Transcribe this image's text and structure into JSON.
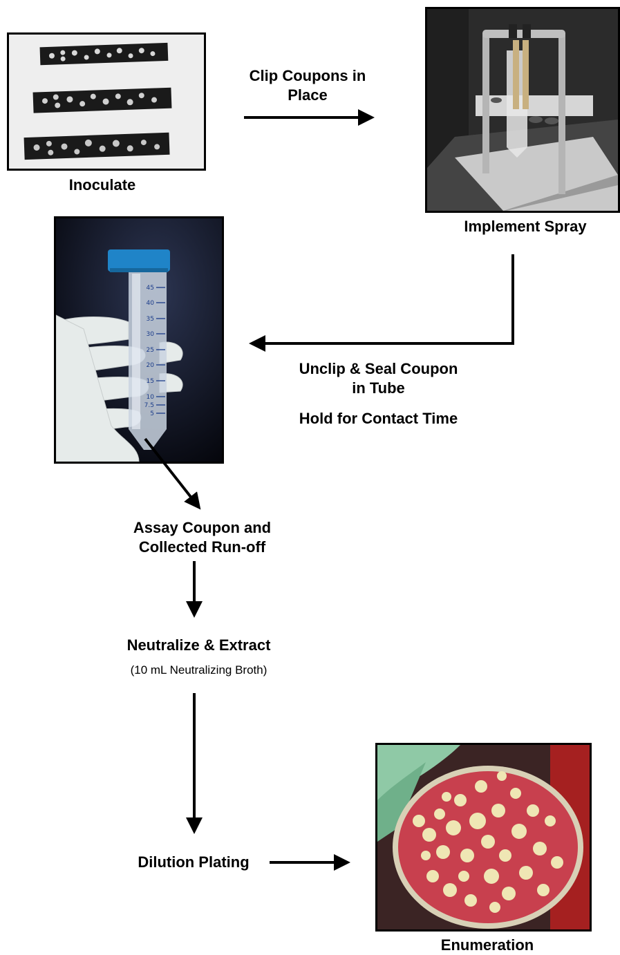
{
  "steps": {
    "inoculate": "Inoculate",
    "clip": "Clip Coupons in\nPlace",
    "implement": "Implement Spray",
    "unclip": "Unclip & Seal Coupon\nin Tube",
    "hold": "Hold for Contact Time",
    "assay": "Assay Coupon and\nCollected Run-off",
    "neutralize": "Neutralize & Extract",
    "neutralize_note": "(10 mL Neutralizing Broth)",
    "dilution": "Dilution Plating",
    "enumeration": "Enumeration"
  },
  "tube_marks": [
    "45",
    "40",
    "35",
    "30",
    "25",
    "20",
    "15",
    "10",
    "7.5",
    "5"
  ],
  "photos": {
    "coupons": "coupons-photo",
    "stand": "spray-stand-photo",
    "tube": "tube-photo",
    "plate": "petri-dish-photo"
  },
  "colors": {
    "ink": "#000000",
    "tube_cap": "#1f84c8",
    "agar": "#c8404e",
    "colony": "#efe6b4",
    "glove": "#e8ecec"
  }
}
